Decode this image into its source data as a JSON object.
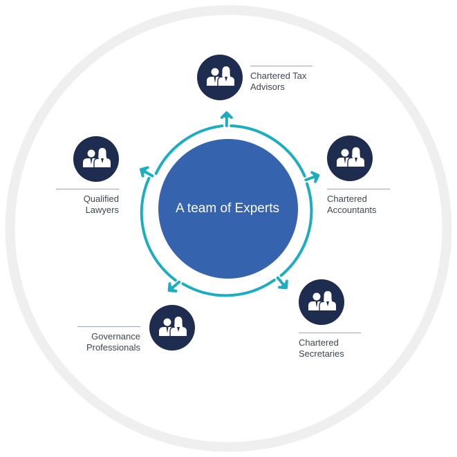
{
  "center": {
    "title": "A team of Experts"
  },
  "colors": {
    "outer_ring": "#efefef",
    "center_fill": "#3563ad",
    "accent_ring": "#1aaec0",
    "node_fill": "#1e2c4f",
    "icon_fill": "#ffffff"
  },
  "nodes": [
    {
      "id": "tax",
      "icon": "team-icon",
      "line1": "Chartered Tax",
      "line2": "Advisors"
    },
    {
      "id": "accountants",
      "icon": "team-icon",
      "line1": "Chartered",
      "line2": "Accountants"
    },
    {
      "id": "secretaries",
      "icon": "team-icon",
      "line1": "Chartered",
      "line2": "Secretaries"
    },
    {
      "id": "governance",
      "icon": "team-icon",
      "line1": "Governance",
      "line2": "Professionals"
    },
    {
      "id": "lawyers",
      "icon": "team-icon",
      "line1": "Qualified",
      "line2": "Lawyers"
    }
  ]
}
